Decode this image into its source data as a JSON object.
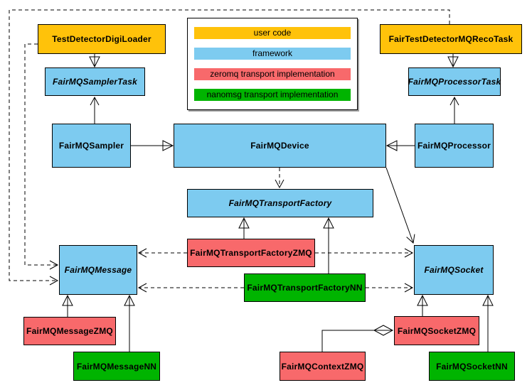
{
  "categories": {
    "user": {
      "label": "user code",
      "color": "#FFC20A"
    },
    "framework": {
      "label": "framework",
      "color": "#7DCBF0"
    },
    "zeromq": {
      "label": "zeromq transport implementation",
      "color": "#F8696B"
    },
    "nanomsg": {
      "label": "nanomsg transport implementation",
      "color": "#00B400"
    }
  },
  "classes": [
    {
      "label": "TestDetectorDigiLoader",
      "category": "user",
      "abstract": false
    },
    {
      "label": "FairTestDetectorMQRecoTask",
      "category": "user",
      "abstract": false
    },
    {
      "label": "FairMQSamplerTask",
      "category": "framework",
      "abstract": true
    },
    {
      "label": "FairMQProcessorTask",
      "category": "framework",
      "abstract": true
    },
    {
      "label": "FairMQSampler",
      "category": "framework",
      "abstract": false
    },
    {
      "label": "FairMQDevice",
      "category": "framework",
      "abstract": false
    },
    {
      "label": "FairMQProcessor",
      "category": "framework",
      "abstract": false
    },
    {
      "label": "FairMQTransportFactory",
      "category": "framework",
      "abstract": true
    },
    {
      "label": "FairMQTransportFactoryZMQ",
      "category": "zeromq",
      "abstract": false
    },
    {
      "label": "FairMQTransportFactoryNN",
      "category": "nanomsg",
      "abstract": false
    },
    {
      "label": "FairMQMessage",
      "category": "framework",
      "abstract": true
    },
    {
      "label": "FairMQSocket",
      "category": "framework",
      "abstract": true
    },
    {
      "label": "FairMQMessageZMQ",
      "category": "zeromq",
      "abstract": false
    },
    {
      "label": "FairMQMessageNN",
      "category": "nanomsg",
      "abstract": false
    },
    {
      "label": "FairMQSocketZMQ",
      "category": "zeromq",
      "abstract": false
    },
    {
      "label": "FairMQContextZMQ",
      "category": "zeromq",
      "abstract": false
    },
    {
      "label": "FairMQSocketNN",
      "category": "nanomsg",
      "abstract": false
    }
  ],
  "relationships": [
    {
      "from": "TestDetectorDigiLoader",
      "to": "FairMQSamplerTask",
      "type": "inheritance"
    },
    {
      "from": "FairTestDetectorMQRecoTask",
      "to": "FairMQProcessorTask",
      "type": "inheritance"
    },
    {
      "from": "FairMQSampler",
      "to": "FairMQDevice",
      "type": "inheritance"
    },
    {
      "from": "FairMQProcessor",
      "to": "FairMQDevice",
      "type": "inheritance"
    },
    {
      "from": "FairMQTransportFactoryZMQ",
      "to": "FairMQTransportFactory",
      "type": "inheritance"
    },
    {
      "from": "FairMQTransportFactoryNN",
      "to": "FairMQTransportFactory",
      "type": "inheritance"
    },
    {
      "from": "FairMQMessageZMQ",
      "to": "FairMQMessage",
      "type": "inheritance"
    },
    {
      "from": "FairMQMessageNN",
      "to": "FairMQMessage",
      "type": "inheritance"
    },
    {
      "from": "FairMQSocketZMQ",
      "to": "FairMQSocket",
      "type": "inheritance"
    },
    {
      "from": "FairMQSocketNN",
      "to": "FairMQSocket",
      "type": "inheritance"
    },
    {
      "from": "FairMQSampler",
      "to": "FairMQSamplerTask",
      "type": "association"
    },
    {
      "from": "FairMQProcessor",
      "to": "FairMQProcessorTask",
      "type": "association"
    },
    {
      "from": "FairMQDevice",
      "to": "FairMQSocket",
      "type": "association"
    },
    {
      "from": "FairMQDevice",
      "to": "FairMQTransportFactory",
      "type": "dependency"
    },
    {
      "from": "TestDetectorDigiLoader",
      "to": "FairMQMessage",
      "type": "dependency"
    },
    {
      "from": "FairTestDetectorMQRecoTask",
      "to": "FairMQMessage",
      "type": "dependency"
    },
    {
      "from": "FairMQTransportFactoryZMQ",
      "to": "FairMQMessage",
      "type": "dependency"
    },
    {
      "from": "FairMQTransportFactoryZMQ",
      "to": "FairMQSocket",
      "type": "dependency"
    },
    {
      "from": "FairMQTransportFactoryNN",
      "to": "FairMQMessage",
      "type": "dependency"
    },
    {
      "from": "FairMQTransportFactoryNN",
      "to": "FairMQSocket",
      "type": "dependency"
    },
    {
      "from": "FairMQContextZMQ",
      "to": "FairMQSocketZMQ",
      "type": "composition"
    }
  ]
}
